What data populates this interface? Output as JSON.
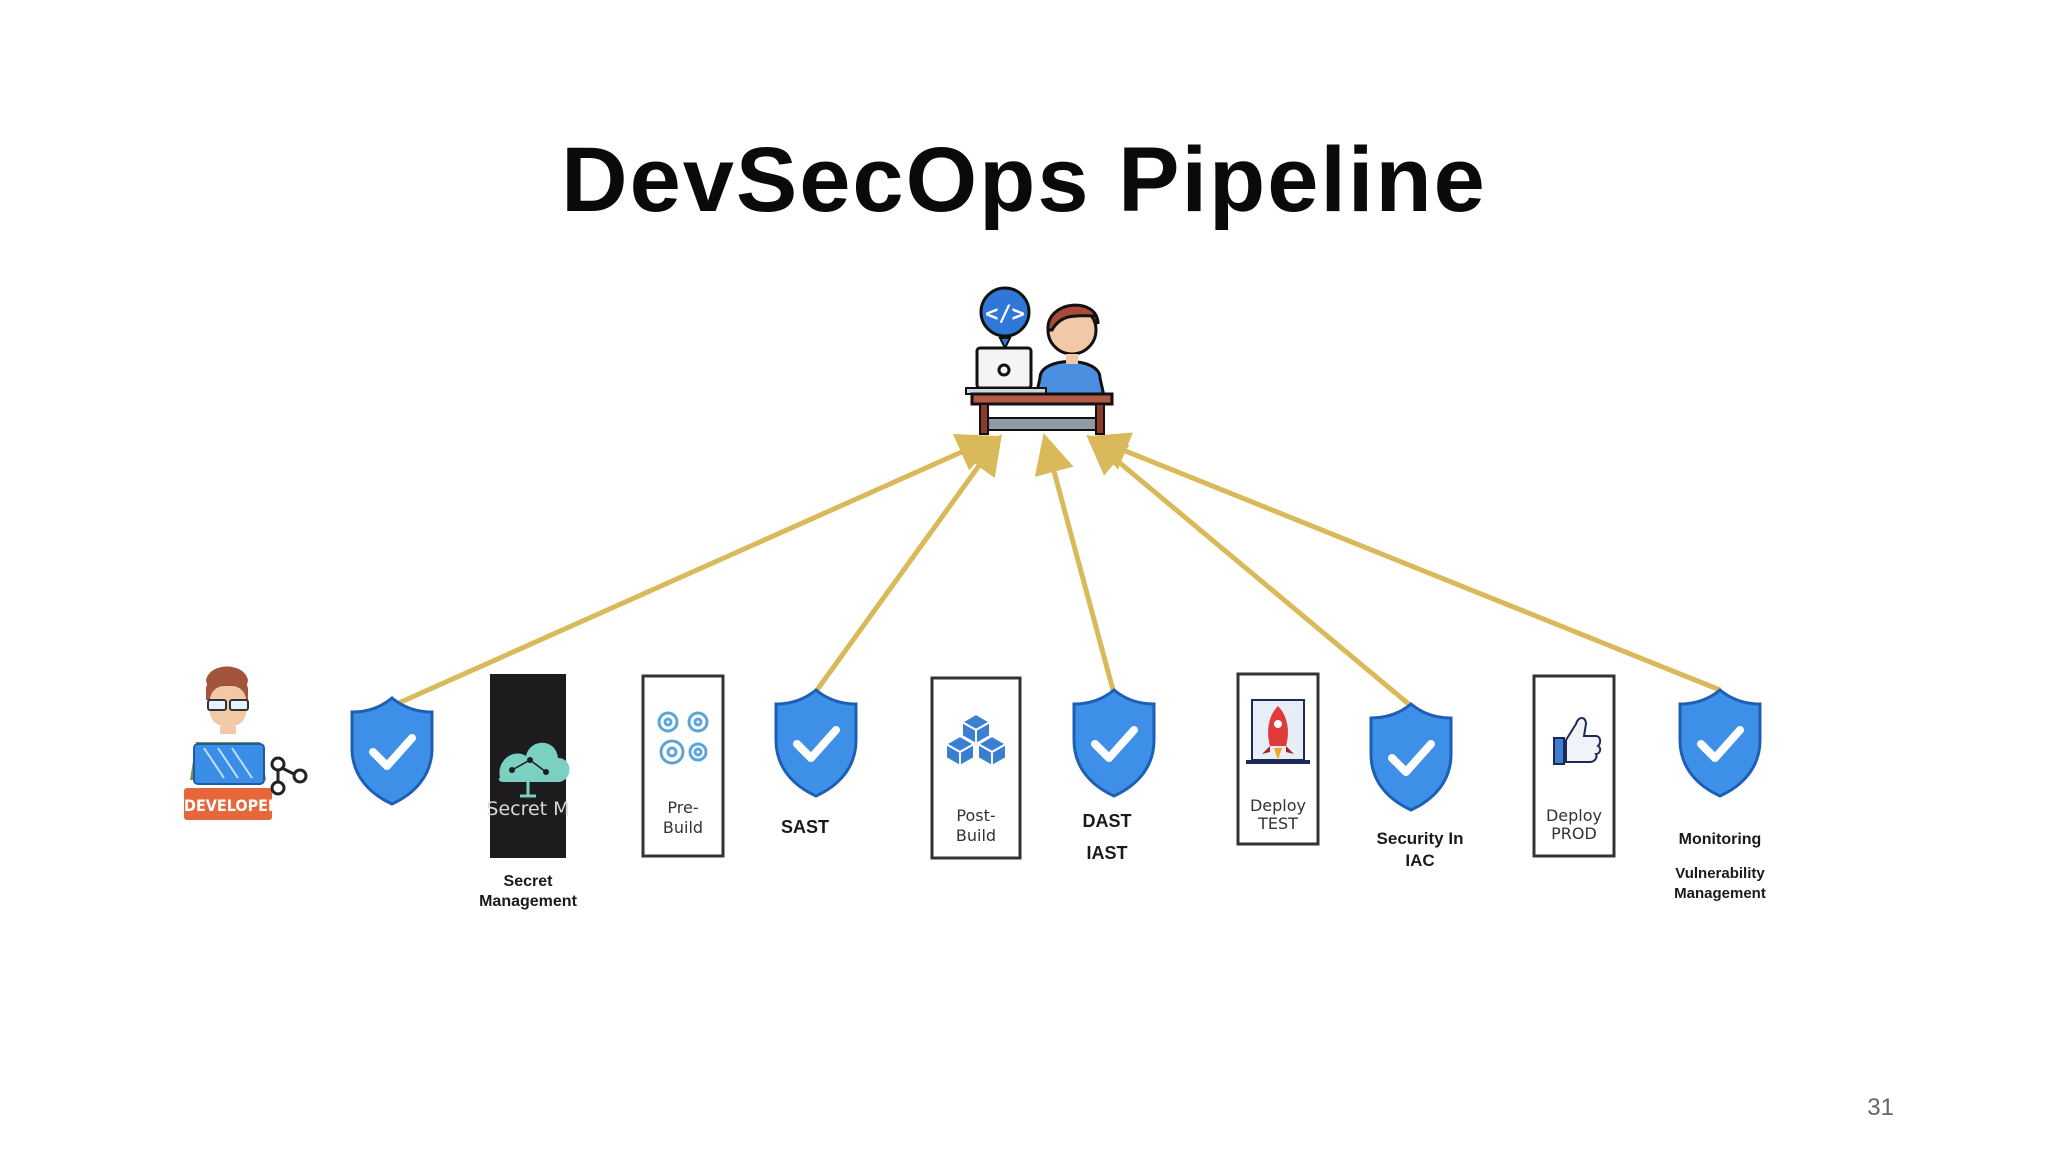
{
  "slide": {
    "title": "DevSecOps Pipeline",
    "page_number": "31"
  },
  "developer": {
    "badge": "DEVELOPER"
  },
  "stages": [
    {
      "id": "secret",
      "box_text": "Secret M",
      "label_line1": "Secret",
      "label_line2": "Management"
    },
    {
      "id": "prebuild",
      "box_line1": "Pre-",
      "box_line2": "Build"
    },
    {
      "id": "sast",
      "label": "SAST"
    },
    {
      "id": "postbuild",
      "box_line1": "Post-",
      "box_line2": "Build"
    },
    {
      "id": "dast",
      "label_line1": "DAST",
      "label_line2": "IAST"
    },
    {
      "id": "deploytest",
      "box_line1": "Deploy",
      "box_line2": "TEST"
    },
    {
      "id": "iac",
      "label_line1": "Security In",
      "label_line2": "IAC"
    },
    {
      "id": "deployprod",
      "box_line1": "Deploy",
      "box_line2": "PROD"
    },
    {
      "id": "monitoring",
      "label_line1": "Monitoring",
      "label_line2": "Vulnerability",
      "label_line3": "Management"
    }
  ],
  "icons": [
    "security-reviewer-icon",
    "code-bubble-icon",
    "laptop-icon",
    "developer-icon",
    "git-branch-icon",
    "shield-check-icon",
    "cloud-network-icon",
    "gears-icon",
    "blocks-icon",
    "rocket-icon",
    "thumbs-up-icon"
  ],
  "colors": {
    "arrow": "#d9b95a",
    "shield": "#3d8fe8",
    "shield_stroke": "#1c5fb5",
    "text": "#1a1a1a"
  }
}
